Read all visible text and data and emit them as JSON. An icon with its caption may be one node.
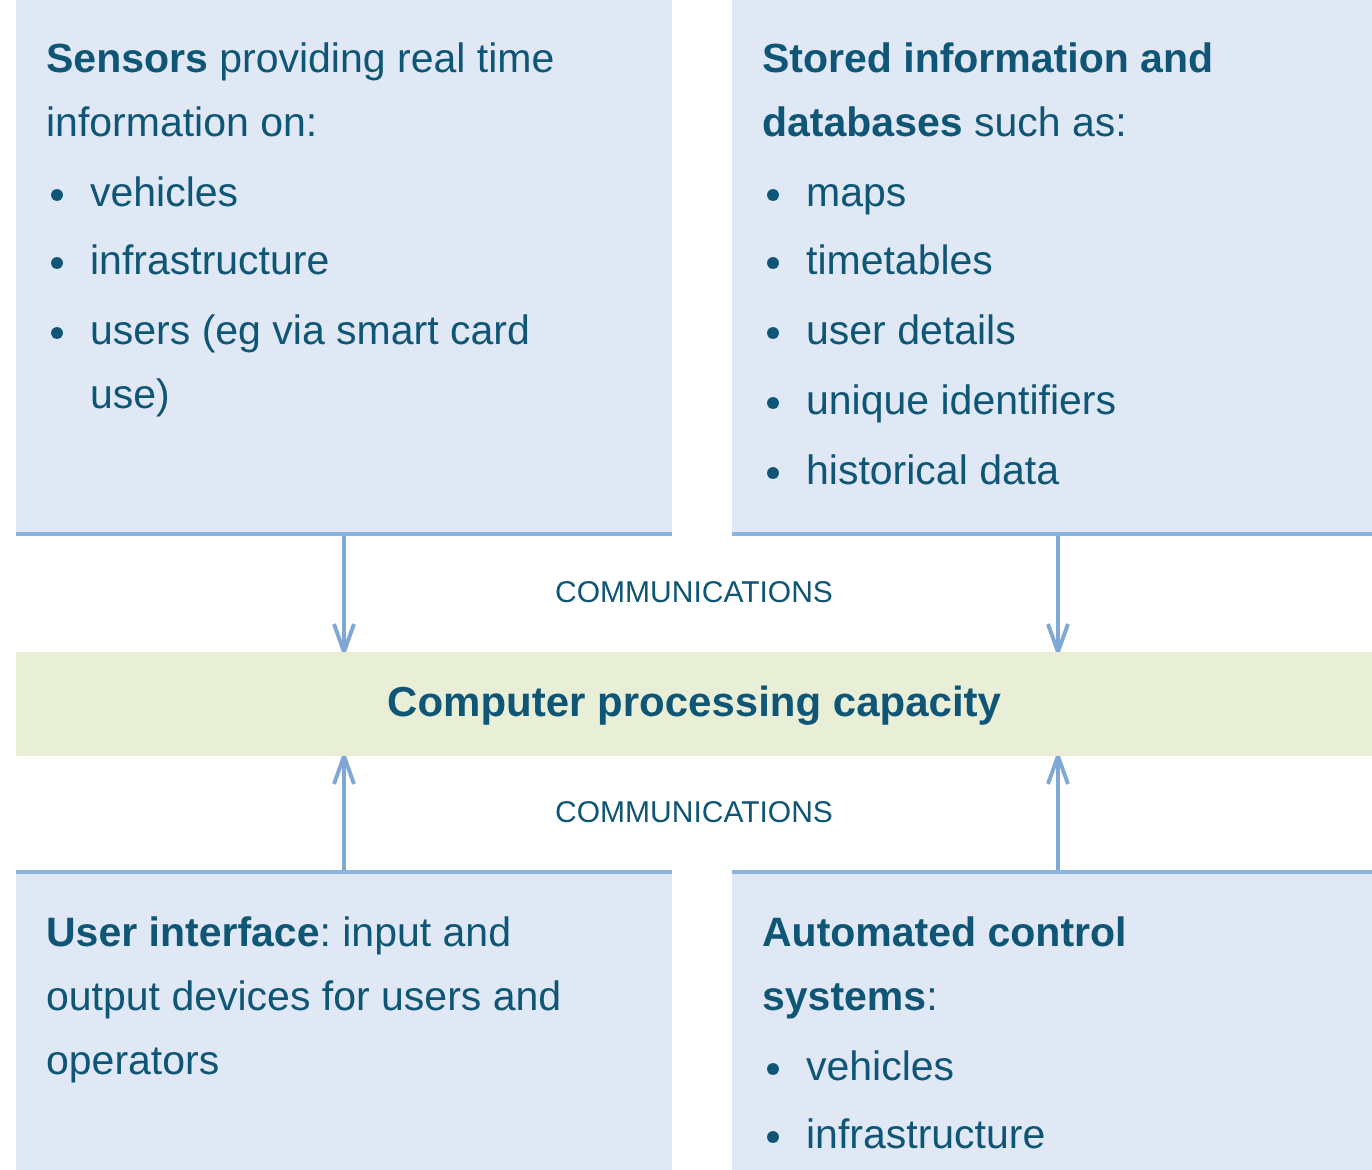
{
  "diagram": {
    "nodes": [
      {
        "text": [
          "**Sensors** providing real time information on:",
          "vehicles",
          "infrastructure",
          "users (eg via smart card use)"
        ]
      },
      {
        "text": [
          "**Stored information and databases** such as:",
          "maps",
          "timetables",
          "user details",
          "unique identifiers",
          "historical data"
        ]
      },
      {
        "text": [
          "Computer processing capacity"
        ]
      },
      {
        "text": [
          "**User interface**: input and output devices for users and operators"
        ]
      },
      {
        "text": [
          "**Automated control systems**:",
          "vehicles",
          "infrastructure"
        ]
      }
    ],
    "edges": [
      {
        "from": 0,
        "to": 2,
        "arrow": "to"
      },
      {
        "from": 1,
        "to": 2,
        "arrow": "to"
      },
      {
        "from": 3,
        "to": 2,
        "arrow": "to"
      },
      {
        "from": 4,
        "to": 2,
        "arrow": "to"
      }
    ],
    "labels": [
      "COMMUNICATIONS",
      "COMMUNICATIONS"
    ]
  }
}
